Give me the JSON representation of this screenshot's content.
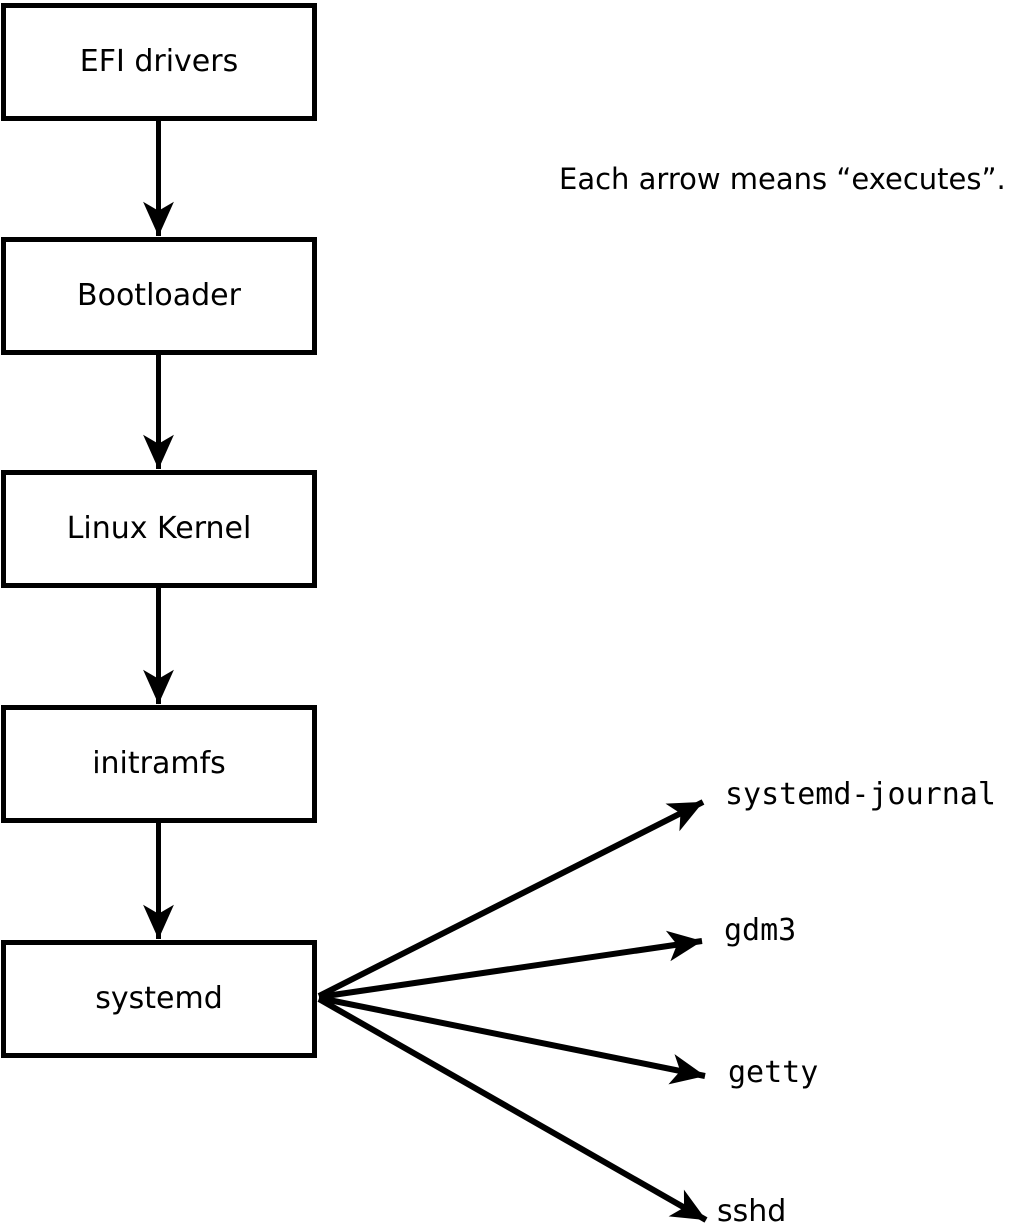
{
  "diagram": {
    "note": "Each arrow means “executes”.",
    "arrow_meaning": "executes",
    "boxes": [
      {
        "label": "EFI drivers"
      },
      {
        "label": "Bootloader"
      },
      {
        "label": "Linux Kernel"
      },
      {
        "label": "initramfs"
      },
      {
        "label": "systemd"
      }
    ],
    "targets": [
      {
        "label": "systemd-journal"
      },
      {
        "label": "gdm3"
      },
      {
        "label": "getty"
      },
      {
        "label": "sshd"
      }
    ],
    "edges": [
      {
        "from": "EFI drivers",
        "to": "Bootloader"
      },
      {
        "from": "Bootloader",
        "to": "Linux Kernel"
      },
      {
        "from": "Linux Kernel",
        "to": "initramfs"
      },
      {
        "from": "initramfs",
        "to": "systemd"
      },
      {
        "from": "systemd",
        "to": "systemd-journal"
      },
      {
        "from": "systemd",
        "to": "gdm3"
      },
      {
        "from": "systemd",
        "to": "getty"
      },
      {
        "from": "systemd",
        "to": "sshd"
      }
    ],
    "colors": {
      "line": "#000000",
      "box_border": "#000000",
      "box_fill": "#ffffff",
      "background": "#ffffff"
    }
  }
}
